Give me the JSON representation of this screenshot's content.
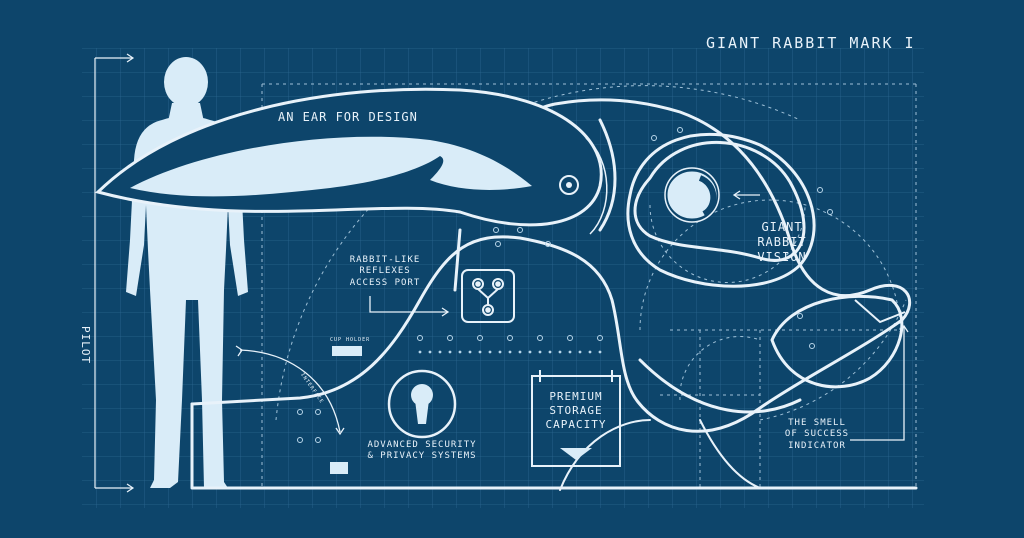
{
  "title": "GIANT RABBIT MARK I",
  "labels": {
    "ear": "AN EAR FOR DESIGN",
    "vision": [
      "GIANT",
      "RABBIT",
      "VISION"
    ],
    "reflexes": [
      "RABBIT-LIKE",
      "REFLEXES",
      "ACCESS PORT"
    ],
    "pilot": "PILOT",
    "cup_holder": "CUP HOLDER",
    "interface": "INTERFACE",
    "security": [
      "ADVANCED SECURITY",
      "& PRIVACY SYSTEMS"
    ],
    "storage": [
      "PREMIUM",
      "STORAGE",
      "CAPACITY"
    ],
    "smell": [
      "THE SMELL",
      "OF SUCCESS",
      "INDICATOR"
    ]
  },
  "colors": {
    "background": "#0d456b",
    "line": "#e8f2fa",
    "silhouette": "#d9ecf8",
    "grid": "#2a6690"
  }
}
